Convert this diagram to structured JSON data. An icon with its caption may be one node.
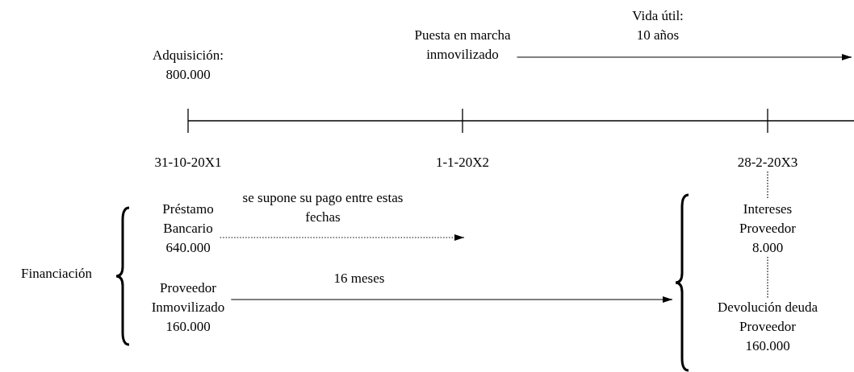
{
  "diagram": {
    "nodes": [
      {
        "text": [
          "Adquisición: 800.000"
        ]
      },
      {
        "text": [
          "Puesta en marcha inmovilizado"
        ]
      },
      {
        "text": [
          "31-10-20X1"
        ]
      },
      {
        "text": [
          "1-1-20X2"
        ]
      },
      {
        "text": [
          "28-2-20X3"
        ]
      },
      {
        "text": [
          "Préstamo Bancario 640.000"
        ]
      },
      {
        "text": [
          "Proveedor Inmovilizado 160.000"
        ]
      },
      {
        "text": [
          "Intereses Proveedor 8.000"
        ]
      },
      {
        "text": [
          "Devolución deuda Proveedor 160.000"
        ]
      },
      {
        "text": [],
        "shape": "brace"
      }
    ],
    "edges": [
      {
        "from": 1,
        "to": null,
        "arrow": "to",
        "label": "Vida útil: 10 años"
      },
      {
        "from": 5,
        "to": null,
        "arrow": "to",
        "style": "dashed",
        "label": "se supone su pago entre estas fechas"
      },
      {
        "from": 6,
        "to": 9,
        "arrow": "to",
        "label": "16 meses"
      },
      {
        "from": 4,
        "to": 7,
        "arrow": "none",
        "style": "dashed"
      },
      {
        "from": 7,
        "to": 8,
        "arrow": "none",
        "style": "dashed"
      }
    ],
    "labels": [
      "Financiación"
    ]
  }
}
